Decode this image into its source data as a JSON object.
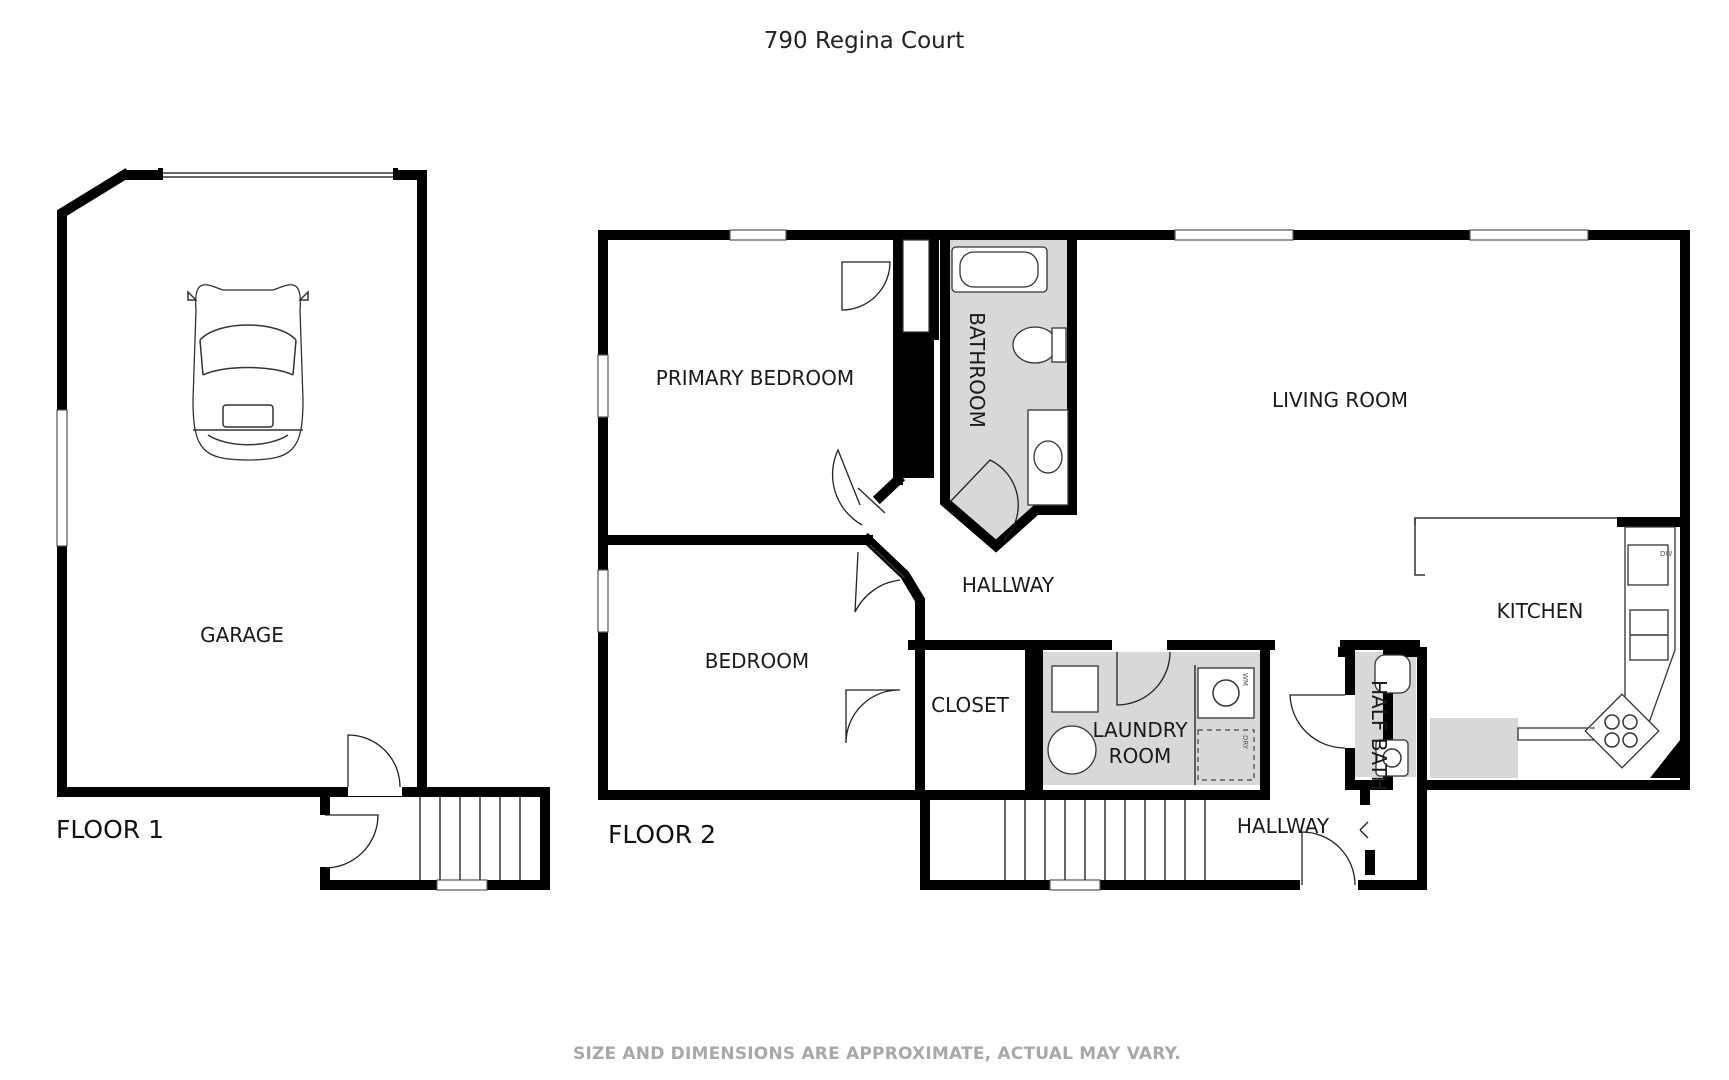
{
  "title": "790 Regina Court",
  "floors": [
    {
      "label": "FLOOR 1",
      "rooms": [
        {
          "name": "GARAGE"
        }
      ]
    },
    {
      "label": "FLOOR 2",
      "rooms": [
        {
          "name": "PRIMARY BEDROOM"
        },
        {
          "name": "BATHROOM"
        },
        {
          "name": "LIVING ROOM"
        },
        {
          "name": "HALLWAY"
        },
        {
          "name": "KITCHEN"
        },
        {
          "name": "BEDROOM"
        },
        {
          "name": "CLOSET"
        },
        {
          "name": "LAUNDRY"
        },
        {
          "name": "ROOM"
        },
        {
          "name": "HALF BATH"
        },
        {
          "name": "HALLWAY"
        }
      ]
    }
  ],
  "fixture_labels": {
    "dishwasher": "DW",
    "washer": "WM",
    "dryer": "DRY"
  },
  "disclaimer": "SIZE AND DIMENSIONS ARE APPROXIMATE, ACTUAL MAY VARY.",
  "colors": {
    "wall": "#000000",
    "wet_area": "#d8d8d8",
    "disclaimer": "#a8a8a8"
  }
}
